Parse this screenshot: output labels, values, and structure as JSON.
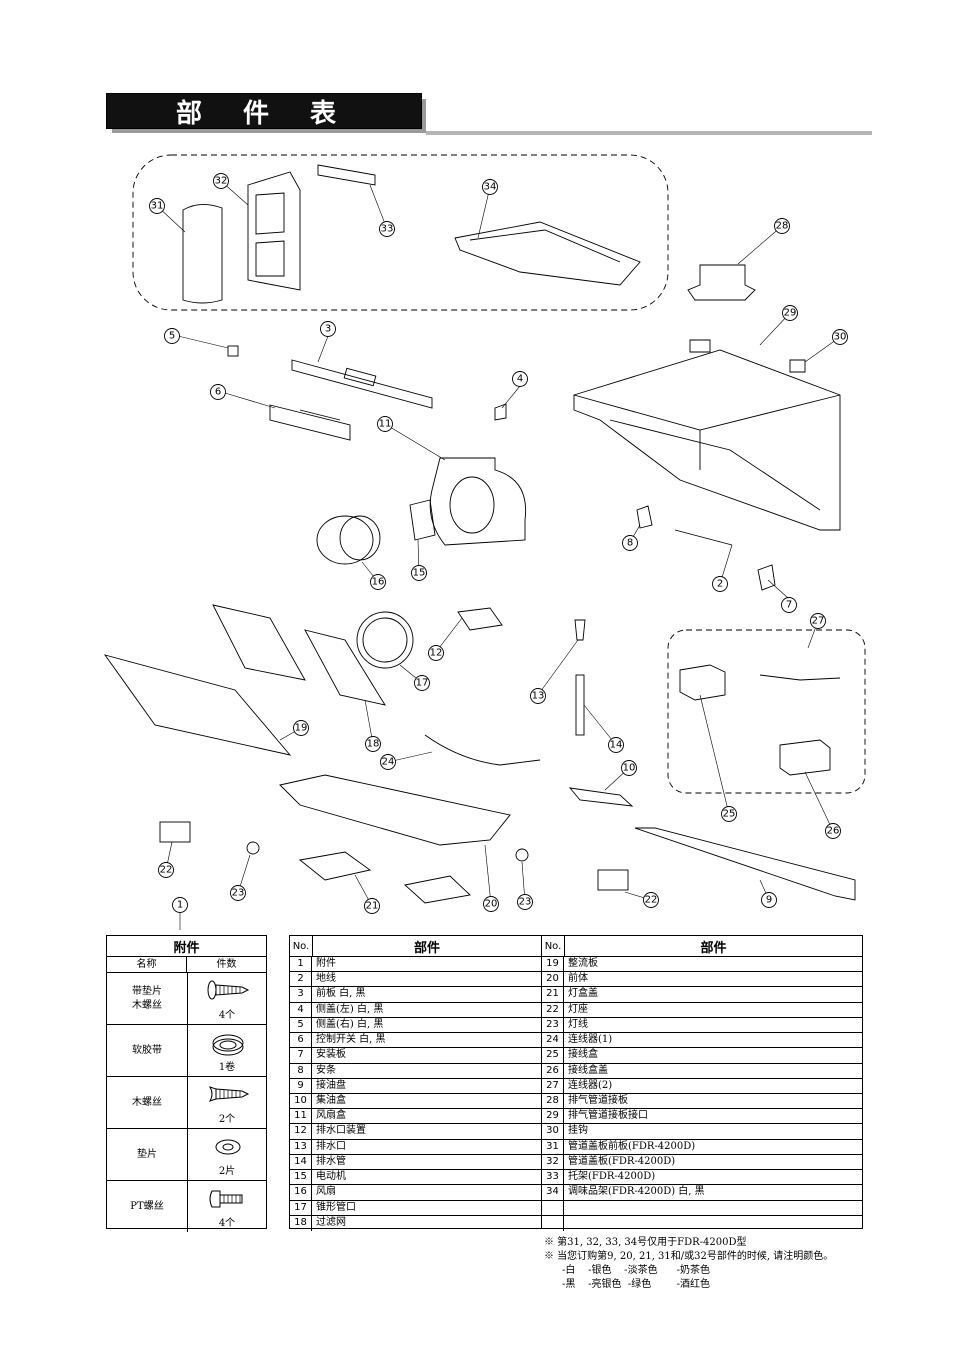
{
  "title": "部 件 表",
  "callouts": [
    "1",
    "2",
    "3",
    "4",
    "5",
    "6",
    "7",
    "8",
    "9",
    "10",
    "11",
    "12",
    "13",
    "14",
    "15",
    "16",
    "17",
    "18",
    "19",
    "20",
    "21",
    "22",
    "23",
    "24",
    "25",
    "26",
    "27",
    "28",
    "29",
    "30",
    "31",
    "32",
    "33",
    "34"
  ],
  "accessories": {
    "header": "附件",
    "col_name": "名称",
    "col_qty": "件数",
    "rows": [
      {
        "name": "带垫片\n木螺丝",
        "qty": "4个",
        "icon": "washer-screw-icon"
      },
      {
        "name": "软胶带",
        "qty": "1卷",
        "icon": "tape-roll-icon"
      },
      {
        "name": "木螺丝",
        "qty": "2个",
        "icon": "wood-screw-icon"
      },
      {
        "name": "垫片",
        "qty": "2片",
        "icon": "washer-icon"
      },
      {
        "name": "PT螺丝",
        "qty": "4个",
        "icon": "pt-screw-icon"
      }
    ]
  },
  "parts_left": {
    "no_label": "No.",
    "name_label": "部件",
    "rows": [
      {
        "no": "1",
        "name": "附件"
      },
      {
        "no": "2",
        "name": "地线"
      },
      {
        "no": "3",
        "name": "前板 白, 黑"
      },
      {
        "no": "4",
        "name": "侧盖(左) 白, 黑"
      },
      {
        "no": "5",
        "name": "侧盖(右) 白, 黑"
      },
      {
        "no": "6",
        "name": "控制开关 白, 黑"
      },
      {
        "no": "7",
        "name": "安装板"
      },
      {
        "no": "8",
        "name": "安条"
      },
      {
        "no": "9",
        "name": "接油盘"
      },
      {
        "no": "10",
        "name": "集油盒"
      },
      {
        "no": "11",
        "name": "风扇盒"
      },
      {
        "no": "12",
        "name": "排水口装置"
      },
      {
        "no": "13",
        "name": "排水口"
      },
      {
        "no": "14",
        "name": "排水管"
      },
      {
        "no": "15",
        "name": "电动机"
      },
      {
        "no": "16",
        "name": "风扇"
      },
      {
        "no": "17",
        "name": "锥形管口"
      },
      {
        "no": "18",
        "name": "过滤网"
      }
    ]
  },
  "parts_right": {
    "no_label": "No.",
    "name_label": "部件",
    "rows": [
      {
        "no": "19",
        "name": "整流板"
      },
      {
        "no": "20",
        "name": "前体"
      },
      {
        "no": "21",
        "name": "灯盒盖"
      },
      {
        "no": "22",
        "name": "灯座"
      },
      {
        "no": "23",
        "name": "灯线"
      },
      {
        "no": "24",
        "name": "连线器(1)"
      },
      {
        "no": "25",
        "name": "接线盒"
      },
      {
        "no": "26",
        "name": "接线盒盖"
      },
      {
        "no": "27",
        "name": "连线器(2)"
      },
      {
        "no": "28",
        "name": "排气管道接板"
      },
      {
        "no": "29",
        "name": "排气管道接板接口"
      },
      {
        "no": "30",
        "name": "挂钩"
      },
      {
        "no": "31",
        "name": "管道盖板前板(FDR-4200D)"
      },
      {
        "no": "32",
        "name": "管道盖板(FDR-4200D)"
      },
      {
        "no": "33",
        "name": "托架(FDR-4200D)"
      },
      {
        "no": "34",
        "name": "调味品架(FDR-4200D) 白, 黑"
      },
      {
        "no": "",
        "name": ""
      },
      {
        "no": "",
        "name": ""
      }
    ]
  },
  "notes": {
    "line1": "※ 第31, 32, 33, 34号仅用于FDR-4200D型",
    "line2": "※ 当您订购第9, 20, 21, 31和/或32号部件的时候, 请注明颜色。",
    "colors_row1": "-白    -银色    -淡茶色      -奶茶色",
    "colors_row2": "-黑    -亮银色  -绿色        -酒红色"
  }
}
